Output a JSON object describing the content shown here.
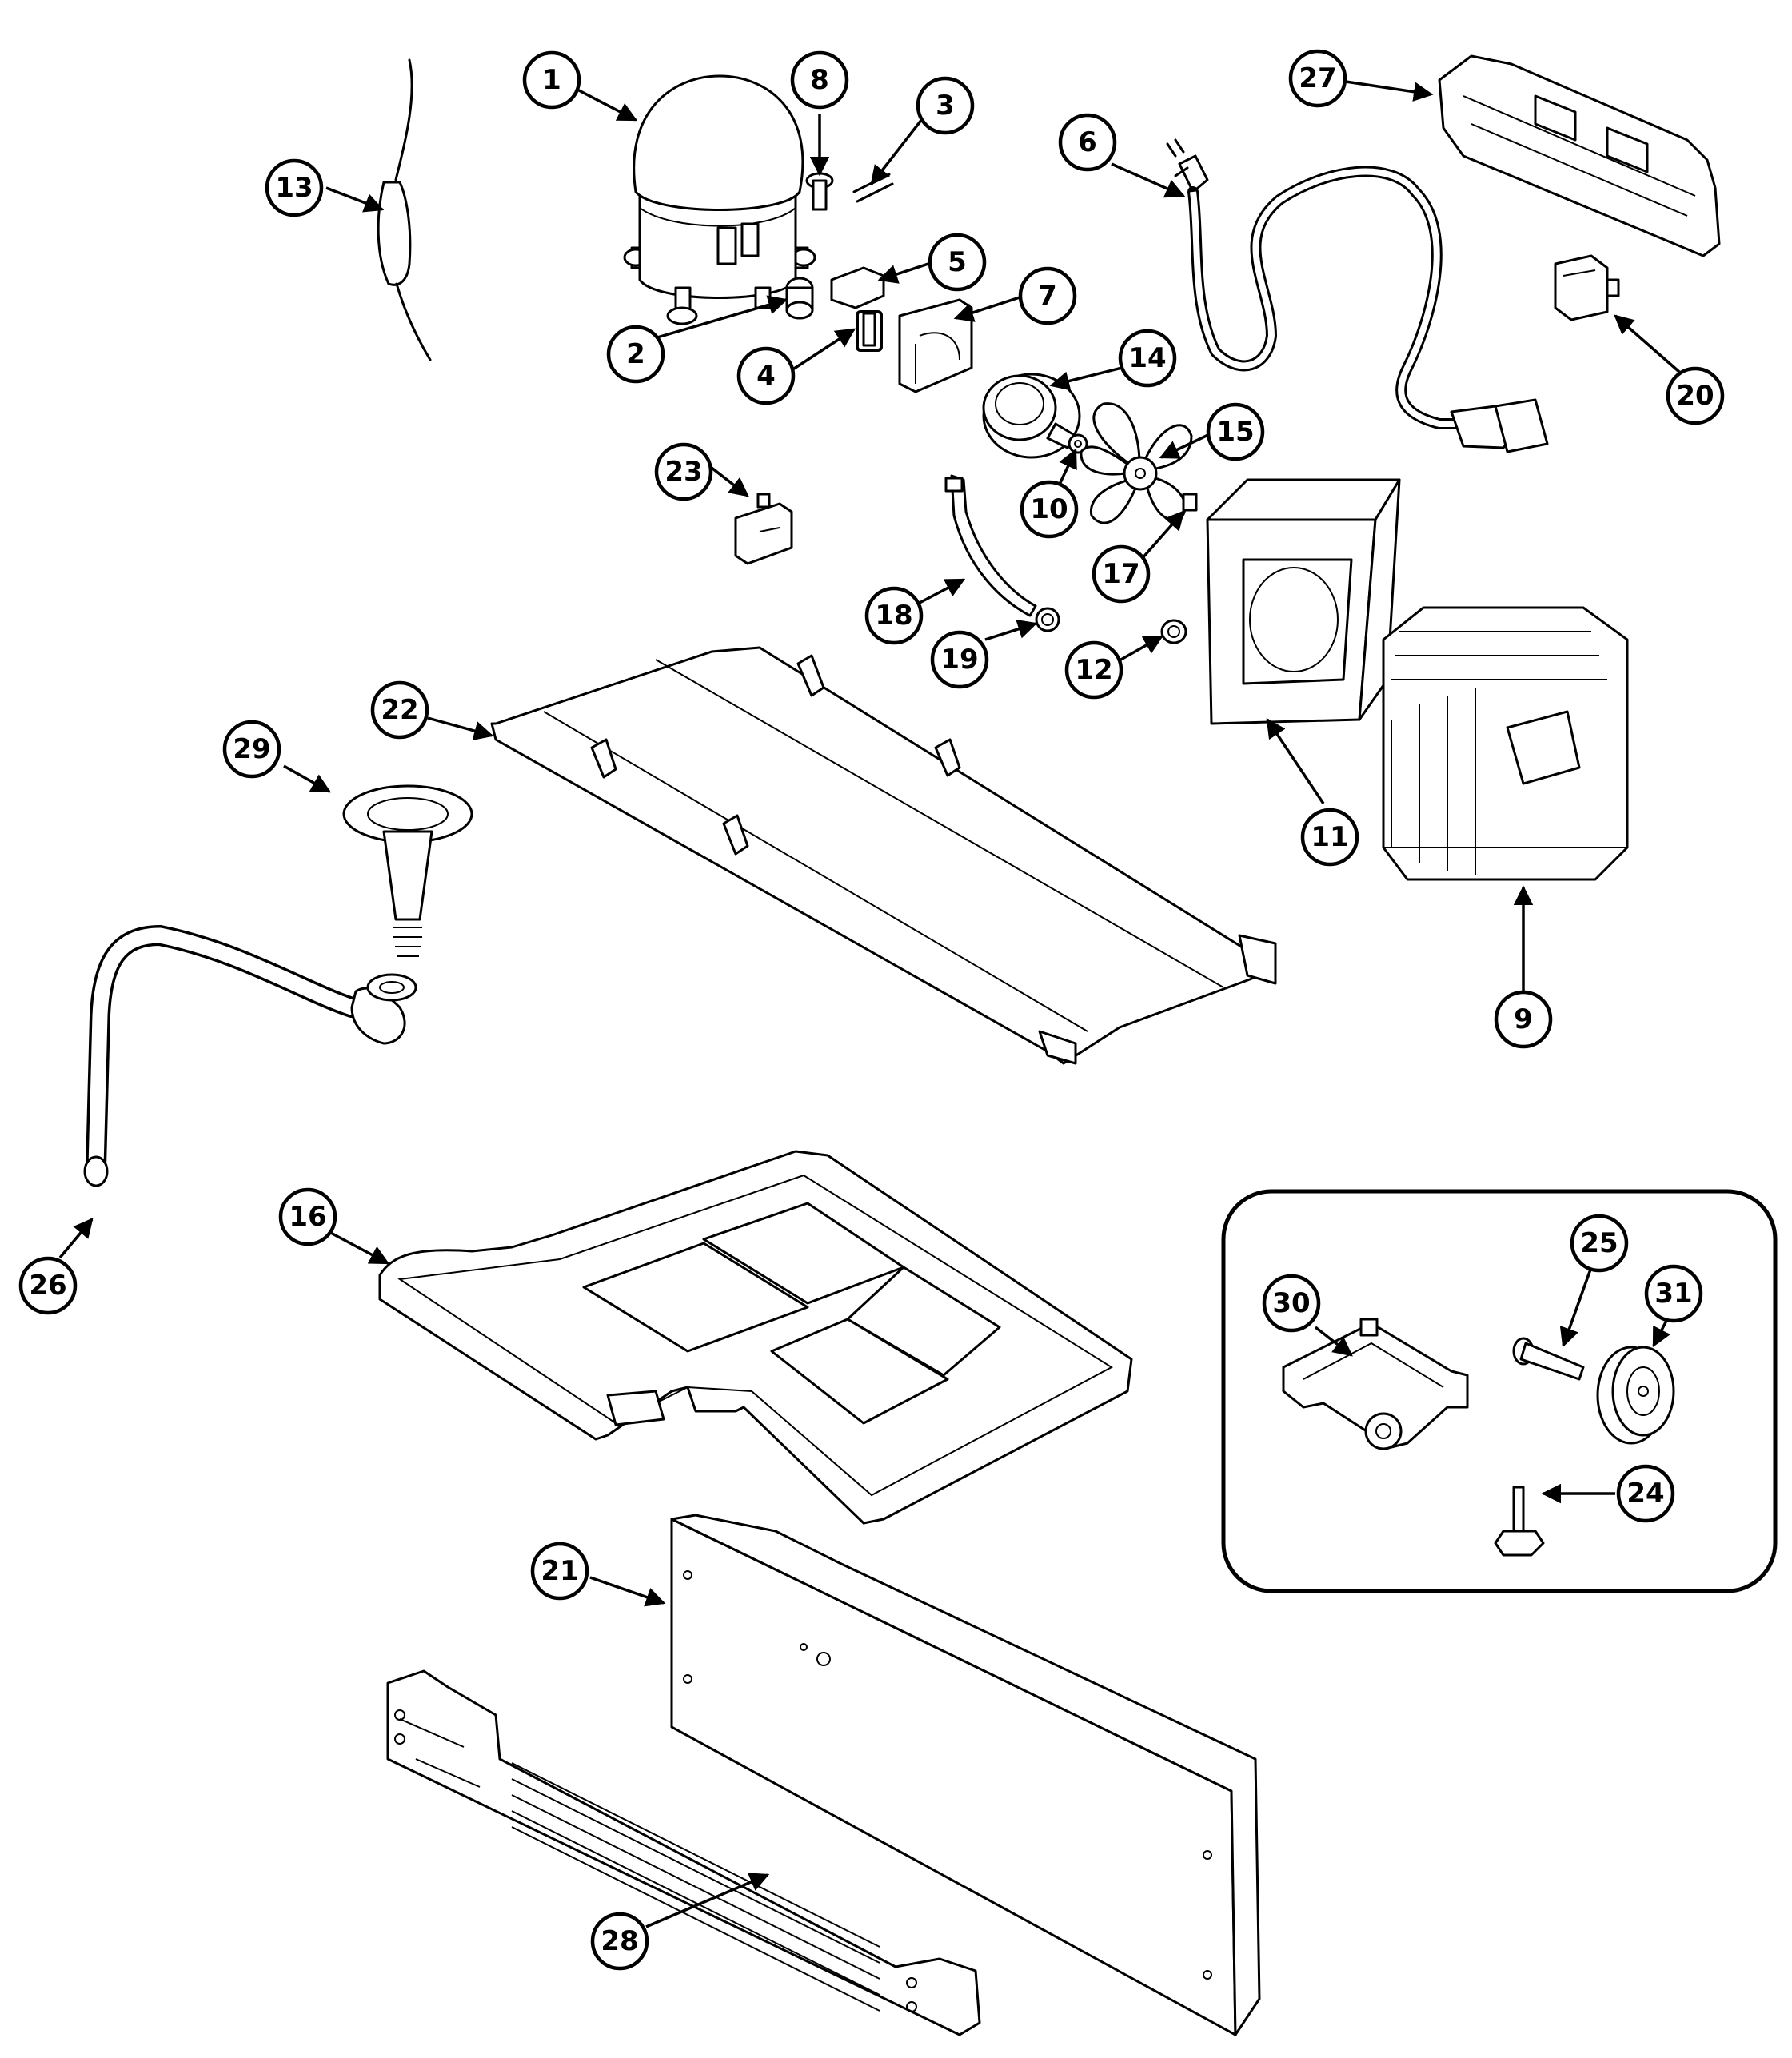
{
  "diagram": {
    "type": "exploded-parts-diagram",
    "callouts": [
      {
        "id": "c1",
        "label": "1"
      },
      {
        "id": "c2",
        "label": "2"
      },
      {
        "id": "c3",
        "label": "3"
      },
      {
        "id": "c4",
        "label": "4"
      },
      {
        "id": "c5",
        "label": "5"
      },
      {
        "id": "c6",
        "label": "6"
      },
      {
        "id": "c7",
        "label": "7"
      },
      {
        "id": "c8",
        "label": "8"
      },
      {
        "id": "c9",
        "label": "9"
      },
      {
        "id": "c10",
        "label": "10"
      },
      {
        "id": "c11",
        "label": "11"
      },
      {
        "id": "c12",
        "label": "12"
      },
      {
        "id": "c13",
        "label": "13"
      },
      {
        "id": "c14",
        "label": "14"
      },
      {
        "id": "c15",
        "label": "15"
      },
      {
        "id": "c16",
        "label": "16"
      },
      {
        "id": "c17",
        "label": "17"
      },
      {
        "id": "c18",
        "label": "18"
      },
      {
        "id": "c19",
        "label": "19"
      },
      {
        "id": "c20",
        "label": "20"
      },
      {
        "id": "c21",
        "label": "21"
      },
      {
        "id": "c22",
        "label": "22"
      },
      {
        "id": "c23",
        "label": "23"
      },
      {
        "id": "c24",
        "label": "24"
      },
      {
        "id": "c25",
        "label": "25"
      },
      {
        "id": "c26",
        "label": "26"
      },
      {
        "id": "c27",
        "label": "27"
      },
      {
        "id": "c28",
        "label": "28"
      },
      {
        "id": "c29",
        "label": "29"
      },
      {
        "id": "c30",
        "label": "30"
      },
      {
        "id": "c31",
        "label": "31"
      }
    ]
  }
}
